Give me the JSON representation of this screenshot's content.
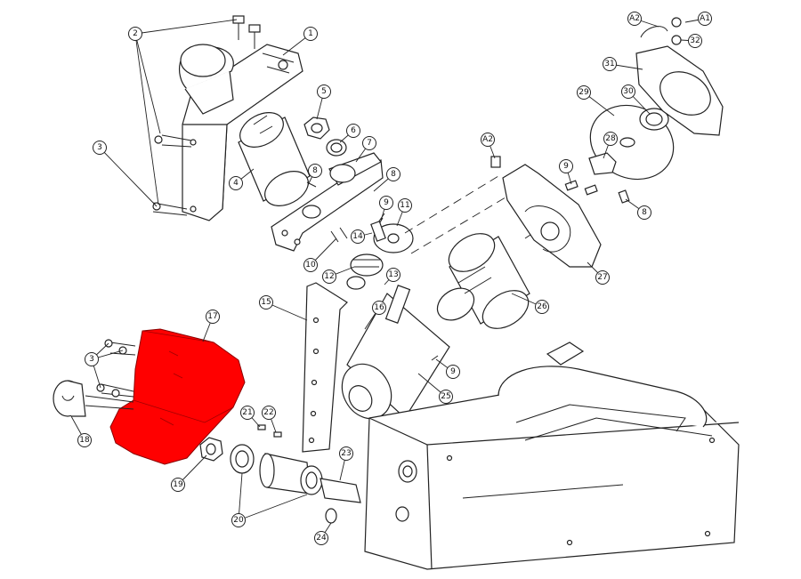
{
  "callouts": [
    {
      "id": "c1",
      "label": "1"
    },
    {
      "id": "c2",
      "label": "2"
    },
    {
      "id": "c3a",
      "label": "3"
    },
    {
      "id": "c3b",
      "label": "3"
    },
    {
      "id": "c4",
      "label": "4"
    },
    {
      "id": "c5",
      "label": "5"
    },
    {
      "id": "c6",
      "label": "6"
    },
    {
      "id": "c7",
      "label": "7"
    },
    {
      "id": "c8a",
      "label": "8"
    },
    {
      "id": "c8b",
      "label": "8"
    },
    {
      "id": "c8c",
      "label": "8"
    },
    {
      "id": "c9a",
      "label": "9"
    },
    {
      "id": "c9b",
      "label": "9"
    },
    {
      "id": "c9c",
      "label": "9"
    },
    {
      "id": "c10",
      "label": "10"
    },
    {
      "id": "c11",
      "label": "11"
    },
    {
      "id": "c12",
      "label": "12"
    },
    {
      "id": "c13",
      "label": "13"
    },
    {
      "id": "c14",
      "label": "14"
    },
    {
      "id": "c15",
      "label": "15"
    },
    {
      "id": "c16",
      "label": "16"
    },
    {
      "id": "c17",
      "label": "17"
    },
    {
      "id": "c18",
      "label": "18"
    },
    {
      "id": "c19",
      "label": "19"
    },
    {
      "id": "c20",
      "label": "20"
    },
    {
      "id": "c21",
      "label": "21"
    },
    {
      "id": "c22",
      "label": "22"
    },
    {
      "id": "c23",
      "label": "23"
    },
    {
      "id": "c24",
      "label": "24"
    },
    {
      "id": "c25",
      "label": "25"
    },
    {
      "id": "c26",
      "label": "26"
    },
    {
      "id": "c27",
      "label": "27"
    },
    {
      "id": "c28",
      "label": "28"
    },
    {
      "id": "c29",
      "label": "29"
    },
    {
      "id": "c30",
      "label": "30"
    },
    {
      "id": "c31",
      "label": "31"
    },
    {
      "id": "c32",
      "label": "32"
    },
    {
      "id": "cA1",
      "label": "A1"
    },
    {
      "id": "cA2a",
      "label": "A2"
    },
    {
      "id": "cA2b",
      "label": "A2"
    }
  ],
  "highlight": {
    "part_label": "17",
    "color": "#ff0000"
  },
  "line_color": "#222222"
}
